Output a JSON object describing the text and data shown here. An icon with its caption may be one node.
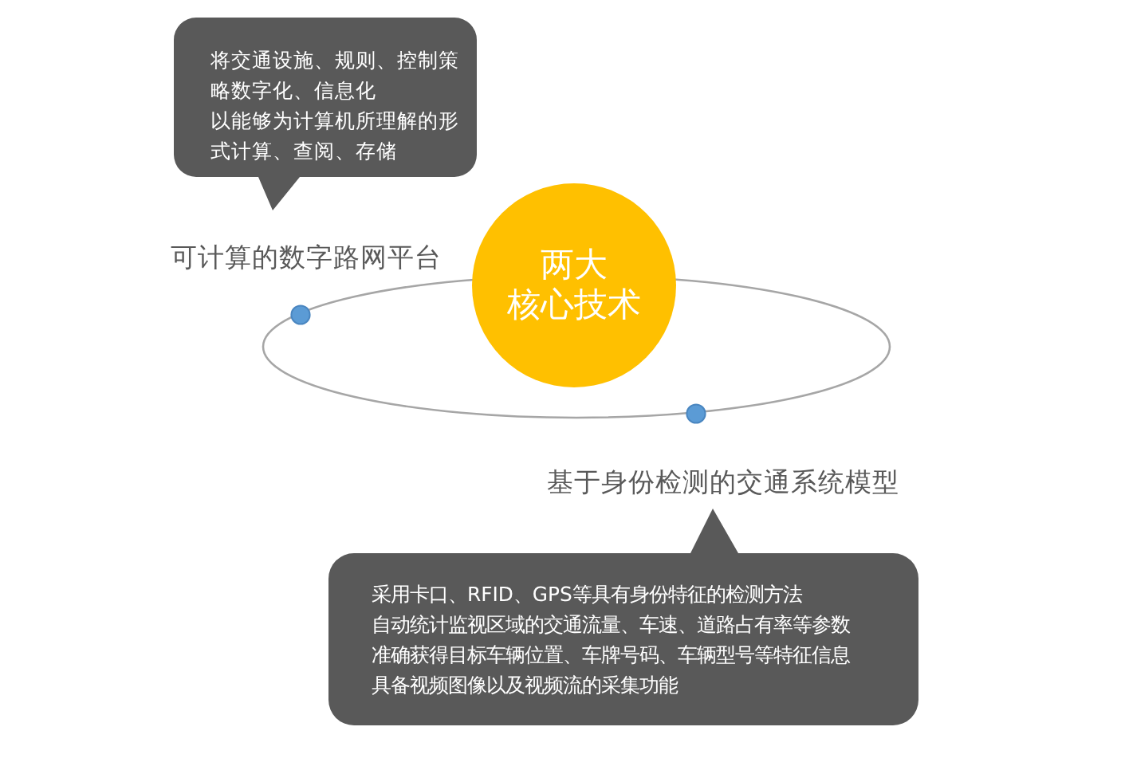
{
  "diagram": {
    "nodes": [
      {
        "text": [
          "将交通设施、规则、控制策略数字化、信息化",
          "以能够为计算机所理解的形式计算、查阅、存储"
        ],
        "beside": [
          "可计算的数字路网平台"
        ]
      },
      {
        "text": [
          "两大核心技术"
        ]
      },
      {
        "text": [
          "采用卡口、RFID、GPS等具有身份特征的检测方法",
          "自动统计监视区域的交通流量、车速、道路占有率等参数",
          "准确获得目标车辆位置、车牌号码、车辆型号等特征信息",
          "具备视频图像以及视频流的采集功能"
        ],
        "beside": [
          "基于身份检测的交通系统模型"
        ]
      }
    ]
  }
}
